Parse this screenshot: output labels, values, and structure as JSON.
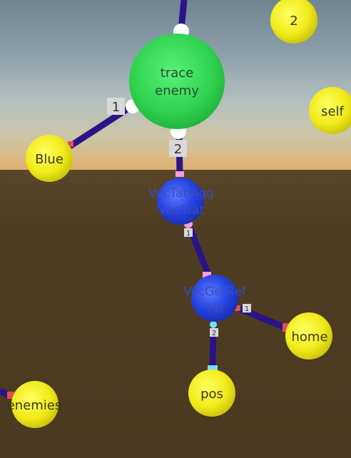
{
  "scene": {
    "colors": {
      "edge": "#2a1488",
      "green_node": "#2fd34f",
      "yellow_node": "#f0ea1a",
      "blue_node": "#2442e0",
      "socket_white": "#ffffff",
      "socket_pink": "#f2a0d8",
      "socket_cyan": "#6fe3f0",
      "socket_red": "#e25050",
      "badge_bg": "#d8d8d8"
    }
  },
  "nodes": {
    "trace_enemy": {
      "line1": "trace",
      "line2": "enemy"
    },
    "vec_tab_agg": {
      "line1": "VecTabAgg",
      "line2": "VecStat"
    },
    "vec_get_ref": {
      "line1": "VecGetRef",
      "line2": "Txt"
    },
    "blue": {
      "label": "Blue"
    },
    "self": {
      "label": "self"
    },
    "two": {
      "label": "2"
    },
    "home": {
      "label": "home"
    },
    "pos": {
      "label": "pos"
    },
    "enemies": {
      "label": "enemies"
    }
  },
  "badges": {
    "trace_port_1": "1",
    "trace_port_2": "2",
    "vectab_port_1": "1",
    "vecget_port_1": "1",
    "vecget_port_2": "2"
  }
}
